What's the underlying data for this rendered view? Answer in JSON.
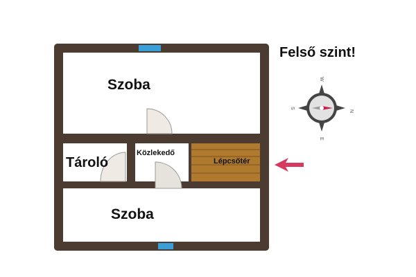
{
  "title": "Felső szint!",
  "rooms": {
    "top_room": "Szoba",
    "storage": "Tároló",
    "hallway": "Közlekedő",
    "stairwell": "Lépcsőtér",
    "bottom_room": "Szoba"
  },
  "compass": {
    "north": "N",
    "south": "S",
    "east": "E",
    "west": "W"
  },
  "colors": {
    "wall": "#4b3b31",
    "window": "#3a9fd6",
    "stairs": "#b07a2e",
    "arrow": "#d63a5e"
  }
}
